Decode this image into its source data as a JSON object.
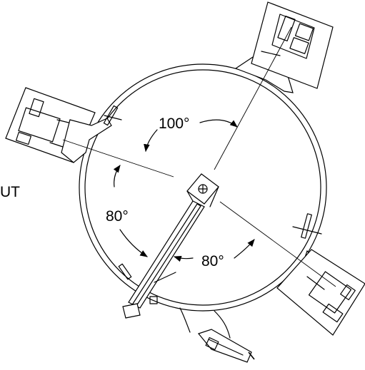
{
  "labels": {
    "angle_top": "100°",
    "angle_left": "80°",
    "angle_bottom": "80°",
    "edge_text": "UT"
  }
}
